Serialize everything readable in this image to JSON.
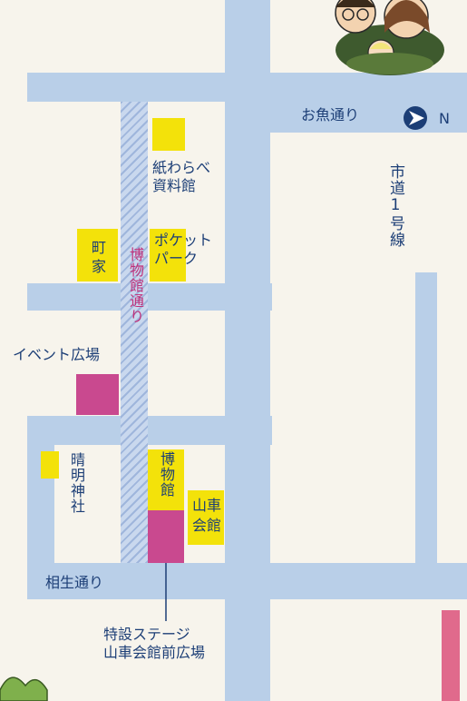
{
  "labels": {
    "osakana_dori": "お魚通り",
    "north": "N",
    "shido_1gosen": "市道1号線",
    "kamiwarabe_1": "紙わらべ",
    "kamiwarabe_2": "資料館",
    "pocket_1": "ポケット",
    "pocket_2": "パーク",
    "machiya_1": "町",
    "machiya_2": "家",
    "hakubutsukan_dori": "博物館通り",
    "event_hiroba": "イベント広場",
    "seimei_jinja": "晴明神社",
    "hakubutsukan": "博物館",
    "yamaguruma_kaikan_1": "山車",
    "yamaguruma_kaikan_2": "会館",
    "aioi_dori": "相生通り",
    "stage_1": "特設ステージ",
    "stage_2": "山車会館前広場"
  },
  "colors": {
    "road": "#b9cfe8",
    "facility": "#f3e20a",
    "event_area": "#c9498f",
    "text_navy": "#1c3e76",
    "text_magenta": "#c0307a"
  },
  "icons": [
    "compass-north-icon",
    "family-illustration",
    "plant-illustration"
  ]
}
